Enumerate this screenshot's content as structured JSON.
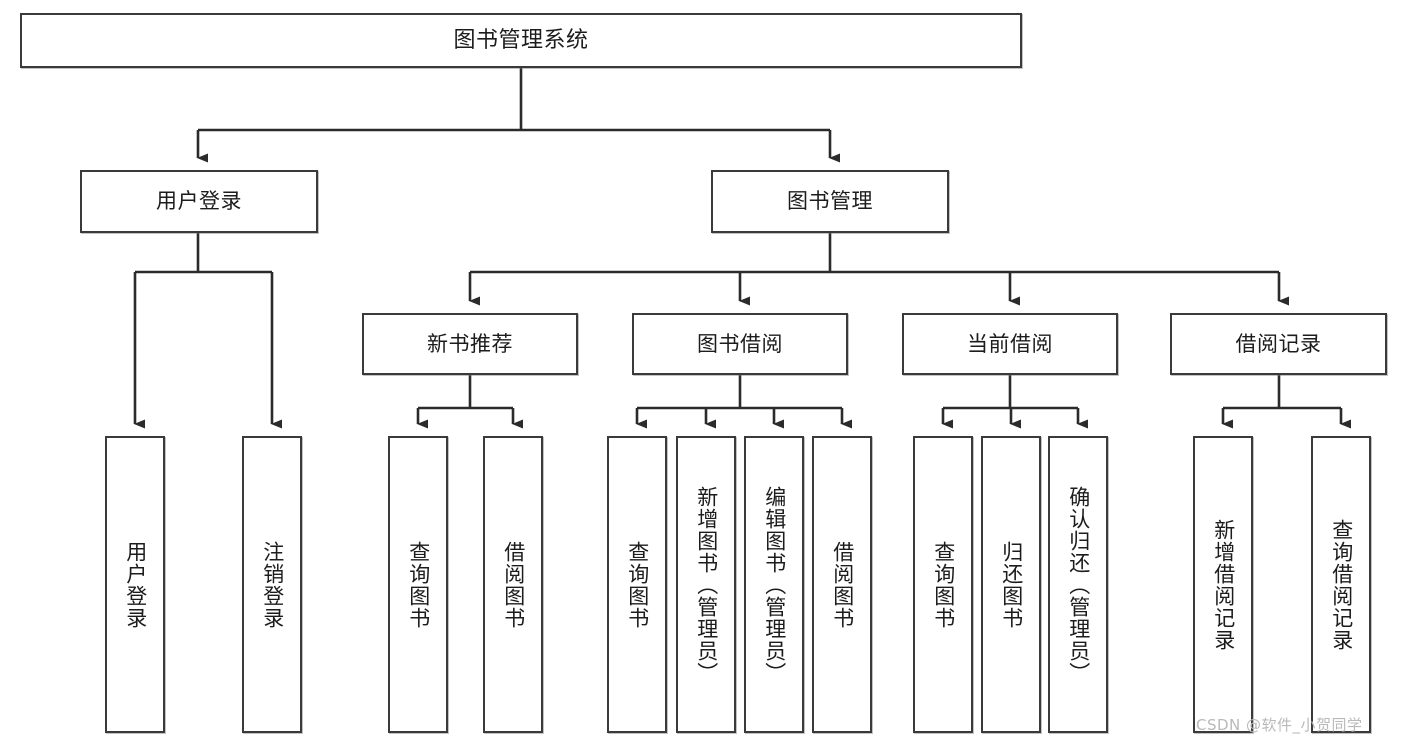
{
  "diagram": {
    "title": "图书管理系统",
    "watermark": "CSDN @软件_小贺同学",
    "colors": {
      "box_border": "#3a3a3a",
      "box_fill": "#ffffff",
      "edge": "#2b2b2b",
      "text": "#1c1c1c",
      "watermark": "#b9b9b9"
    },
    "root": {
      "label": "图书管理系统"
    },
    "level2": [
      {
        "label": "用户登录"
      },
      {
        "label": "图书管理"
      }
    ],
    "level3": [
      {
        "label": "新书推荐"
      },
      {
        "label": "图书借阅"
      },
      {
        "label": "当前借阅"
      },
      {
        "label": "借阅记录"
      }
    ],
    "leaves": {
      "user_login": [
        {
          "label": "用户登录"
        },
        {
          "label": "注销登录"
        }
      ],
      "new_book_recommend": [
        {
          "label": "查询图书"
        },
        {
          "label": "借阅图书"
        }
      ],
      "book_borrow": [
        {
          "label": "查询图书"
        },
        {
          "label": "新增图书（管理员）"
        },
        {
          "label": "编辑图书（管理员）"
        },
        {
          "label": "借阅图书"
        }
      ],
      "current_borrow": [
        {
          "label": "查询图书"
        },
        {
          "label": "归还图书"
        },
        {
          "label": "确认归还（管理员）"
        }
      ],
      "borrow_records": [
        {
          "label": "新增借阅记录"
        },
        {
          "label": "查询借阅记录"
        }
      ]
    }
  }
}
